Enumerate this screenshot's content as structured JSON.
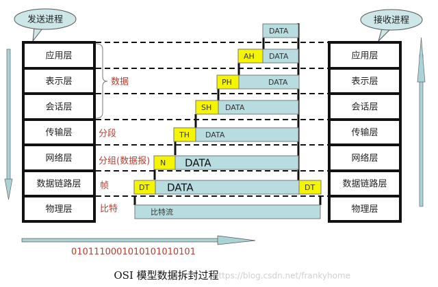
{
  "sender_label": "发送进程",
  "receiver_label": "接收进程",
  "layers": [
    "应用层",
    "表示层",
    "会话层",
    "传输层",
    "网络层",
    "数据链路层",
    "物理层"
  ],
  "pdu_labels": {
    "data": "数据",
    "segment": "分段",
    "packet": "分组(数据报)",
    "frame": "帧",
    "bits": "比特"
  },
  "headers": {
    "ah": "AH",
    "ph": "PH",
    "sh": "SH",
    "th": "TH",
    "n": "N",
    "dt": "DT"
  },
  "data_label": "DATA",
  "bitstream_label": "比特流",
  "binary": "0101110001010101010101",
  "caption": "OSI 模型数据拆封过程",
  "watermark": "https://blog.csdn.net/frankyhome",
  "colors": {
    "header": "#f5f500",
    "data": "#b7dde0",
    "arrow": "#a9d3d6",
    "red": "#c0392b"
  }
}
